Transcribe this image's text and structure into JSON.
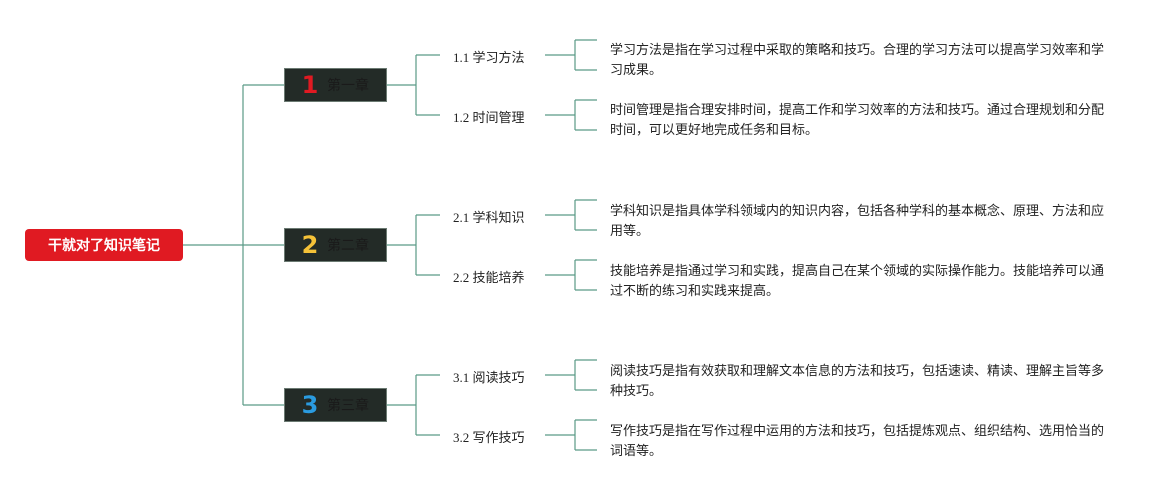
{
  "root": {
    "label": "干就对了知识笔记"
  },
  "colors": {
    "root_bg": "#e01a22",
    "chapter_bg": "#232b27",
    "connector": "#5a9a86",
    "num1": "#e01a22",
    "num2": "#f5c238",
    "num3": "#2a9be0"
  },
  "chapters": [
    {
      "number": "1",
      "label": "第一章",
      "sections": [
        {
          "label": "1.1 学习方法",
          "desc": "学习方法是指在学习过程中采取的策略和技巧。合理的学习方法可以提高学习效率和学习成果。"
        },
        {
          "label": "1.2 时间管理",
          "desc": "时间管理是指合理安排时间，提高工作和学习效率的方法和技巧。通过合理规划和分配时间，可以更好地完成任务和目标。"
        }
      ]
    },
    {
      "number": "2",
      "label": "第二章",
      "sections": [
        {
          "label": "2.1 学科知识",
          "desc": "学科知识是指具体学科领域内的知识内容，包括各种学科的基本概念、原理、方法和应用等。"
        },
        {
          "label": "2.2 技能培养",
          "desc": "技能培养是指通过学习和实践，提高自己在某个领域的实际操作能力。技能培养可以通过不断的练习和实践来提高。"
        }
      ]
    },
    {
      "number": "3",
      "label": "第三章",
      "sections": [
        {
          "label": "3.1 阅读技巧",
          "desc": "阅读技巧是指有效获取和理解文本信息的方法和技巧，包括速读、精读、理解主旨等多种技巧。"
        },
        {
          "label": "3.2 写作技巧",
          "desc": "写作技巧是指在写作过程中运用的方法和技巧，包括提炼观点、组织结构、选用恰当的词语等。"
        }
      ]
    }
  ]
}
